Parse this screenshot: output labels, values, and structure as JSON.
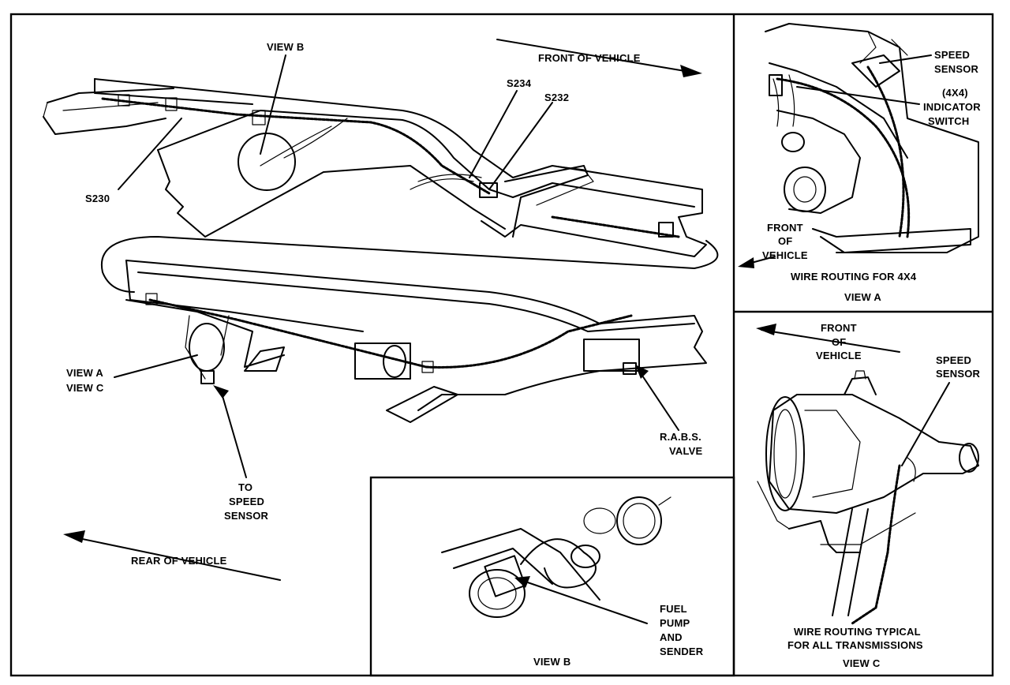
{
  "labels": {
    "view_b_top": "VIEW B",
    "front_of_vehicle_main": "FRONT OF VEHICLE",
    "s234": "S234",
    "s232": "S232",
    "s230": "S230",
    "view_a": "VIEW A",
    "view_c": "VIEW C",
    "to_speed_sensor": [
      "TO",
      "SPEED",
      "SENSOR"
    ],
    "rabs_valve": [
      "R.A.B.S.",
      "VALVE"
    ],
    "rear_of_vehicle": "REAR OF VEHICLE",
    "fuel_pump_sender": [
      "FUEL",
      "PUMP",
      "AND",
      "SENDER"
    ],
    "view_b_caption": "VIEW B",
    "panel_a_speed_sensor": [
      "SPEED",
      "SENSOR"
    ],
    "panel_a_indicator_switch": [
      "(4X4)",
      "INDICATOR",
      "SWITCH"
    ],
    "panel_a_front_of_vehicle": [
      "FRONT",
      "OF",
      "VEHICLE"
    ],
    "panel_a_title": "WIRE ROUTING FOR 4X4",
    "panel_a_caption": "VIEW A",
    "panel_c_front_of_vehicle": [
      "FRONT",
      "OF",
      "VEHICLE"
    ],
    "panel_c_speed_sensor": [
      "SPEED",
      "SENSOR"
    ],
    "panel_c_title": [
      "WIRE ROUTING TYPICAL",
      "FOR ALL TRANSMISSIONS"
    ],
    "panel_c_caption": "VIEW C"
  }
}
